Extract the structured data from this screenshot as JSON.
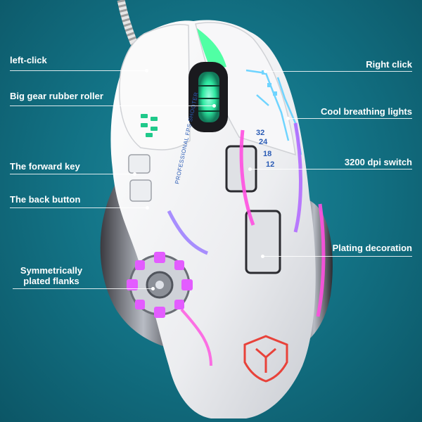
{
  "labels": {
    "left_click": "left-click",
    "roller": "Big gear rubber roller",
    "forward_key": "The forward key",
    "back_button": "The back button",
    "flanks_line1": "Symmetrically",
    "flanks_line2": "plated flanks",
    "right_click": "Right click",
    "breathing": "Cool breathing lights",
    "dpi_switch": "3200 dpi switch",
    "plating": "Plating decoration"
  },
  "mouse": {
    "side_print": "PROFESSIONAL FPS SHOOTER",
    "dpi_levels": [
      "32",
      "24",
      "18",
      "12"
    ]
  },
  "colors": {
    "background": "#137487",
    "body": "#f2f2f4",
    "glow_green": "#3dff9a",
    "glow_pink": "#ff4fe0",
    "glow_blue": "#6fd4ff",
    "logo": "#e8423a",
    "leader": "#ffffff"
  }
}
